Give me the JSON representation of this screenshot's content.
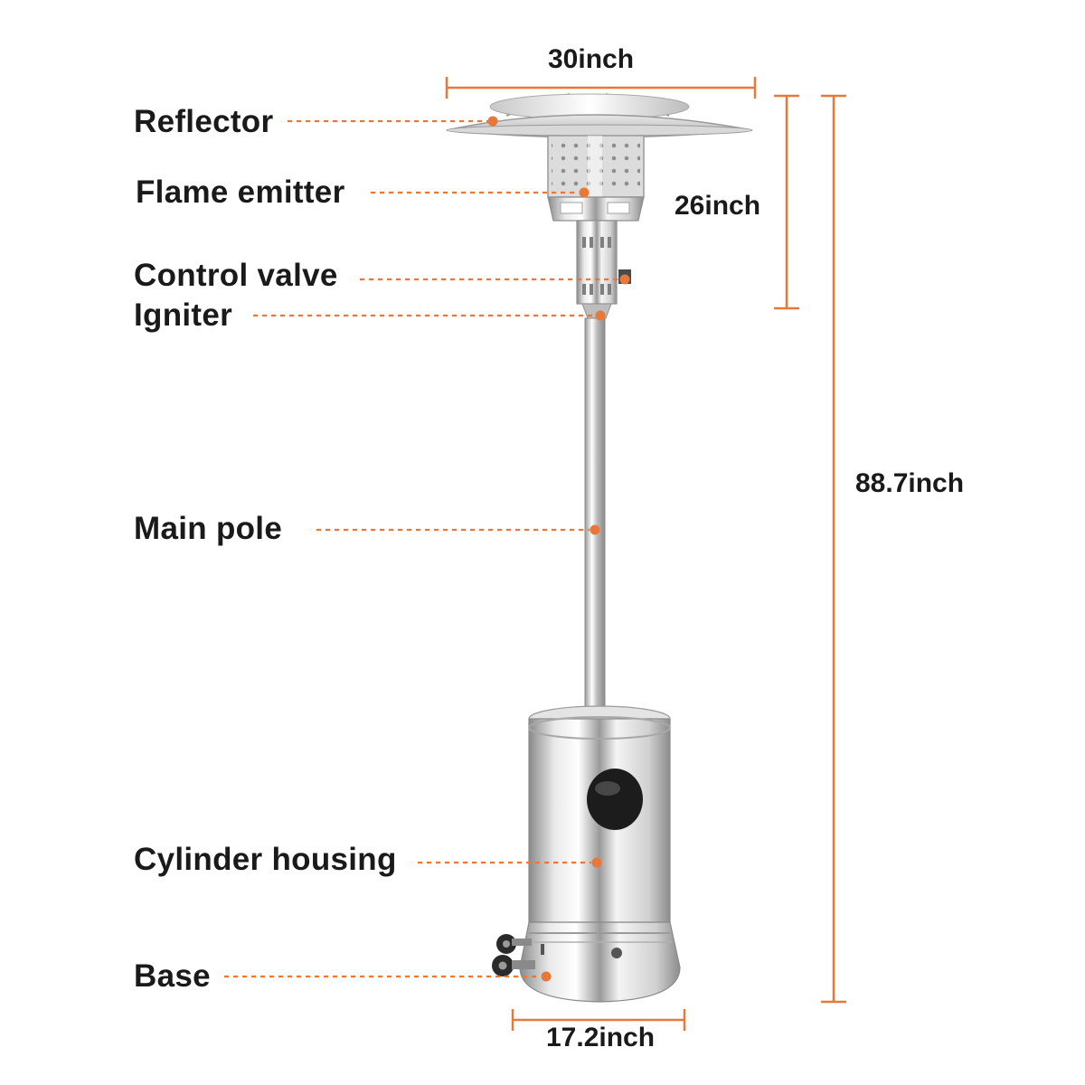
{
  "labels": {
    "reflector": "Reflector",
    "flame_emitter": "Flame emitter",
    "control_valve": "Control valve",
    "igniter": "Igniter",
    "main_pole": "Main pole",
    "cylinder_housing": "Cylinder housing",
    "base": "Base"
  },
  "dimensions": {
    "top_width": "30inch",
    "head_height": "26inch",
    "total_height": "88.7inch",
    "base_width": "17.2inch"
  },
  "colors": {
    "accent": "#e8783a",
    "text": "#1a1a1a",
    "steel_light": "#f2f2f2",
    "steel_dark": "#7a7a7a"
  }
}
